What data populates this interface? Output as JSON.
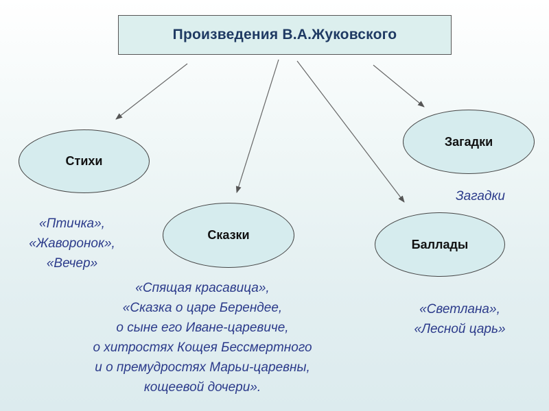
{
  "title": "Произведения В.А.Жуковского",
  "nodes": {
    "stikhi": "Стихи",
    "skazki": "Сказки",
    "ballady": "Баллады",
    "zagadki": "Загадки"
  },
  "works": {
    "stikhi": [
      "«Птичка»,",
      "«Жаворонок»,",
      "«Вечер»"
    ],
    "zagadki": "Загадки",
    "skazki": [
      "«Спящая красавица»,",
      "«Сказка о царе Берендее,",
      "о сыне его Иване-царевиче,",
      "о хитростях Кощея Бессмертного",
      "и о премудростях Марьи-царевны,",
      "кощеевой дочери»."
    ],
    "ballady": [
      "«Светлана»,",
      "«Лесной царь»"
    ]
  },
  "colors": {
    "title_text": "#1f3a63",
    "box_fill": "#dcefee",
    "oval_fill": "#d6ecee",
    "works_text": "#2b3a8a"
  }
}
